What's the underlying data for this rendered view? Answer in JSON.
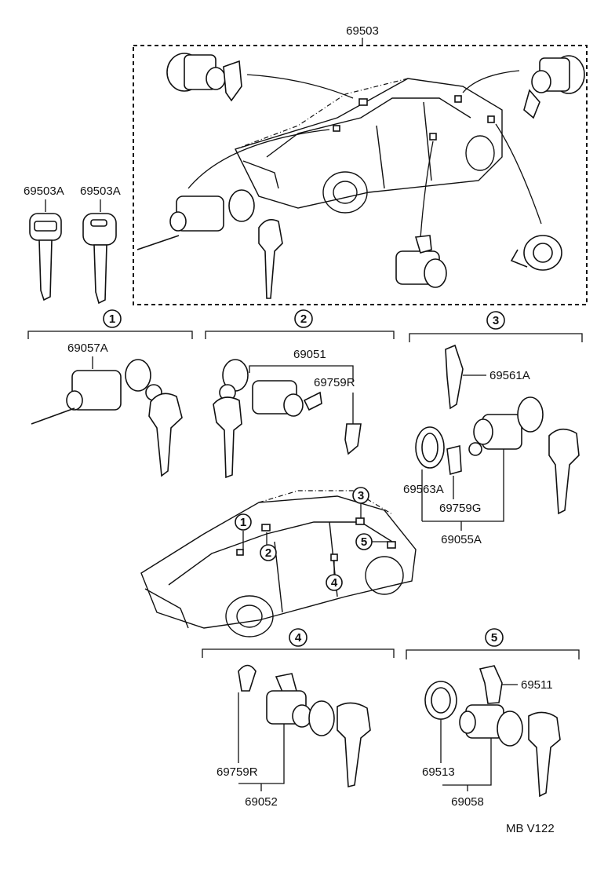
{
  "labels": {
    "top_assembly": "69503",
    "key_a": "69503A",
    "key_b": "69503A",
    "g1_part": "69057A",
    "g2_part": "69051",
    "g2_retainer": "69759R",
    "g3_clip": "69561A",
    "g3_ring": "69563A",
    "g3_retainer": "69759G",
    "g3_assembly": "69055A",
    "g4_retainer": "69759R",
    "g4_assembly": "69052",
    "g5_clip": "69511",
    "g5_ring": "69513",
    "g5_assembly": "69058",
    "footer_code": "MB  V122"
  },
  "group_numbers": {
    "g1": "1",
    "g2": "2",
    "g3": "3",
    "g4": "4",
    "g5": "5"
  },
  "car_callouts": {
    "c1": "1",
    "c2": "2",
    "c3": "3",
    "c4": "4",
    "c5": "5"
  }
}
